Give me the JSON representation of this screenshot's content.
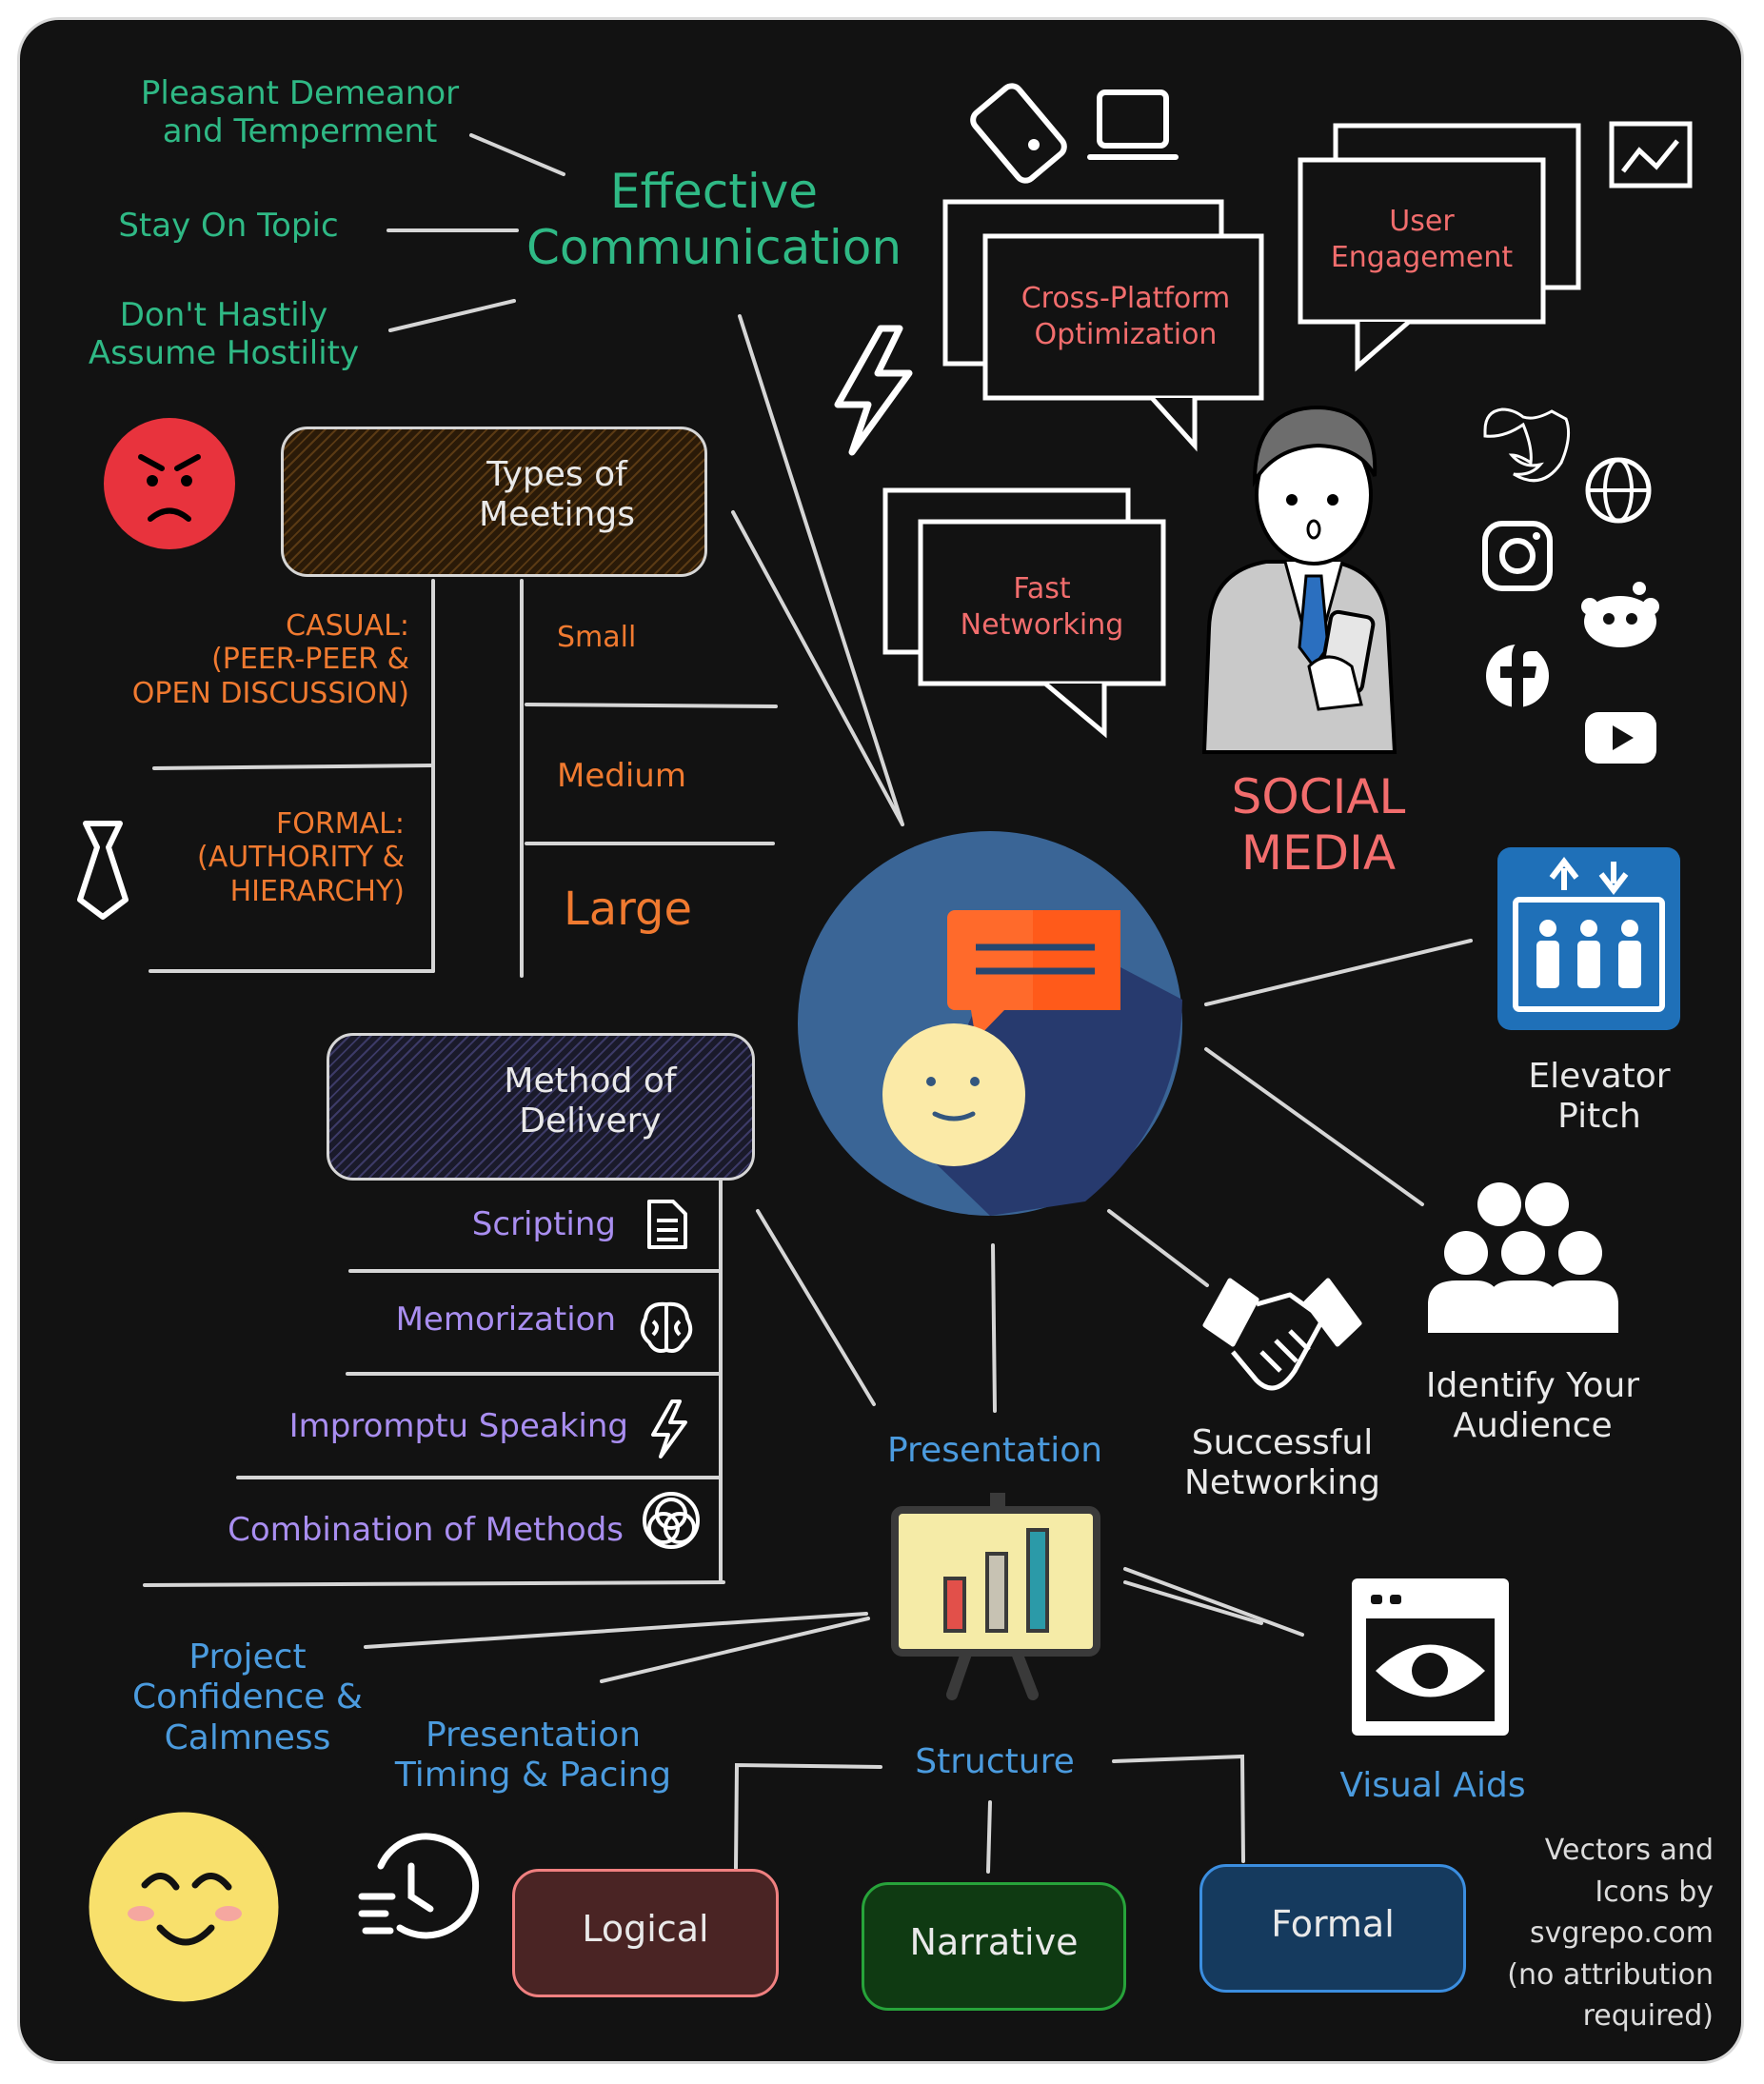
{
  "effective_communication": {
    "title": "Effective\nCommunication",
    "items": [
      "Pleasant Demeanor\nand Temperment",
      "Stay On Topic",
      "Don't Hastily\nAssume Hostility"
    ]
  },
  "types_of_meetings": {
    "title": "Types of\nMeetings",
    "casual": "CASUAL:\n(PEER-PEER &\nOPEN DISCUSSION)",
    "formal": "FORMAL:\n(AUTHORITY &\nHIERARCHY)",
    "sizes": [
      "Small",
      "Medium",
      "Large"
    ]
  },
  "method_of_delivery": {
    "title": "Method of\nDelivery",
    "items": [
      "Scripting",
      "Memorization",
      "Impromptu Speaking",
      "Combination of Methods"
    ]
  },
  "social_media": {
    "title": "SOCIAL\nMEDIA",
    "bubbles": [
      "Cross-Platform\nOptimization",
      "User\nEngagement",
      "Fast\nNetworking"
    ]
  },
  "elevator_pitch": "Elevator\nPitch",
  "identify_audience": "Identify Your\nAudience",
  "successful_networking": "Successful\nNetworking",
  "presentation": {
    "title": "Presentation",
    "project_confidence": "Project\nConfidence &\nCalmness",
    "timing": "Presentation\nTiming & Pacing",
    "structure": "Structure",
    "visual_aids": "Visual Aids",
    "structure_types": [
      "Logical",
      "Narrative",
      "Formal"
    ]
  },
  "credit": "Vectors and\nIcons by\nsvgrepo.com\n(no attribution\nrequired)",
  "colors": {
    "background": "#121212",
    "effective_communication": "#2fb985",
    "meetings": "#f07a30",
    "delivery": "#a98ef0",
    "presentation": "#4b9bde",
    "social_media": "#f26d6d",
    "logical_box": "#4a2424",
    "narrative_box": "#0f3a12",
    "formal_box": "#153a5e"
  }
}
